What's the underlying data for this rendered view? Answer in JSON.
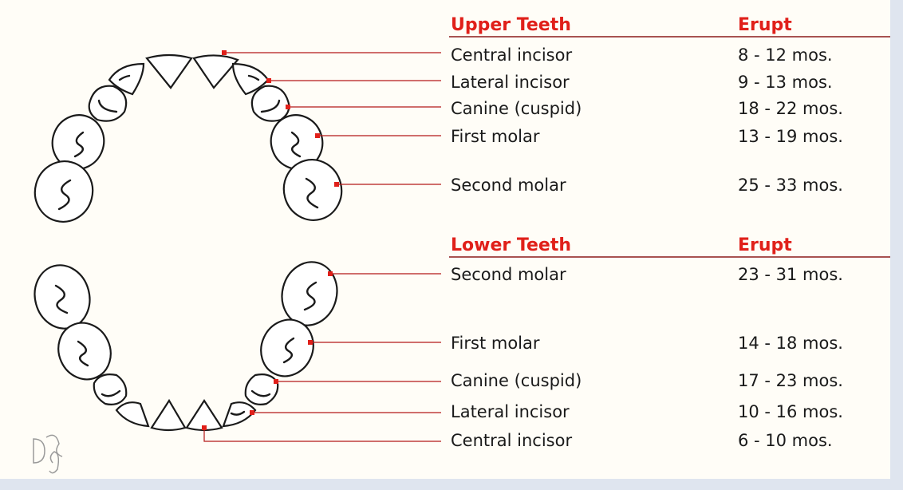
{
  "upper": {
    "header": "Upper Teeth",
    "erupt_header": "Erupt",
    "rows": [
      {
        "tooth": "Central incisor",
        "erupt": "8 - 12 mos."
      },
      {
        "tooth": "Lateral incisor",
        "erupt": "9 - 13 mos."
      },
      {
        "tooth": "Canine (cuspid)",
        "erupt": "18 - 22 mos."
      },
      {
        "tooth": "First molar",
        "erupt": "13 - 19 mos."
      },
      {
        "tooth": "Second molar",
        "erupt": "25 - 33 mos."
      }
    ]
  },
  "lower": {
    "header": "Lower Teeth",
    "erupt_header": "Erupt",
    "rows": [
      {
        "tooth": "Second molar",
        "erupt": "23 - 31 mos."
      },
      {
        "tooth": "First molar",
        "erupt": "14 - 18 mos."
      },
      {
        "tooth": "Canine (cuspid)",
        "erupt": "17 - 23 mos."
      },
      {
        "tooth": "Lateral incisor",
        "erupt": "10 - 16 mos."
      },
      {
        "tooth": "Central incisor",
        "erupt": "6 - 10 mos."
      }
    ]
  },
  "logo_text": "DaS",
  "colors": {
    "header": "#e0201a",
    "leader": "#b51818",
    "text": "#1a1a1a",
    "background": "#fffdf7",
    "frame": "#dfe5ef"
  }
}
